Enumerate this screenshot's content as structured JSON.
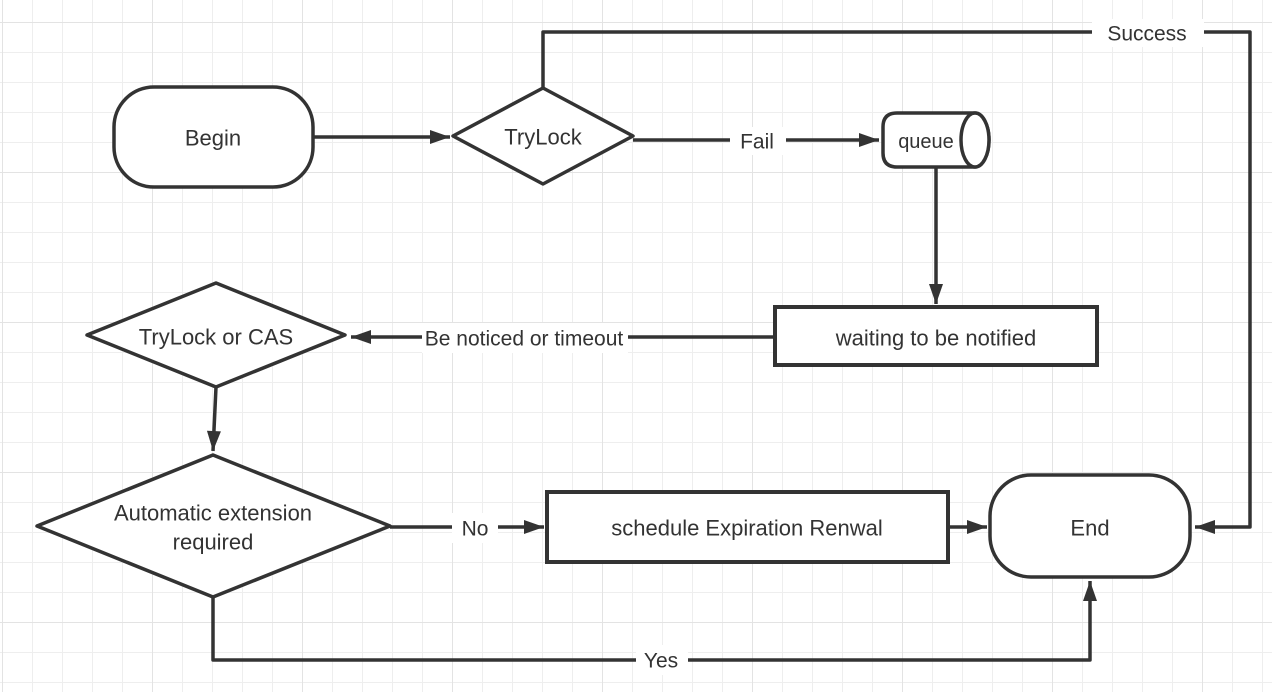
{
  "diagram": {
    "nodes": {
      "begin": {
        "label": "Begin"
      },
      "trylock": {
        "label": "TryLock"
      },
      "queue": {
        "label": "queue"
      },
      "waiting": {
        "label": "waiting to be notified"
      },
      "trylock_cas": {
        "label": "TryLock or CAS"
      },
      "auto_ext": {
        "lines": [
          "Automatic extension",
          "required"
        ]
      },
      "schedule": {
        "label": "schedule Expiration Renwal"
      },
      "end": {
        "label": "End"
      }
    },
    "edge_labels": {
      "success": "Success",
      "fail": "Fail",
      "be_noticed": "Be noticed or timeout",
      "no": "No",
      "yes": "Yes"
    },
    "colors": {
      "stroke": "#333333",
      "text": "#333333",
      "node_fill": "#ffffff",
      "canvas_bg": "#ffffff",
      "grid_minor": "#eeeeee",
      "grid_major": "#e3e3e3"
    }
  }
}
